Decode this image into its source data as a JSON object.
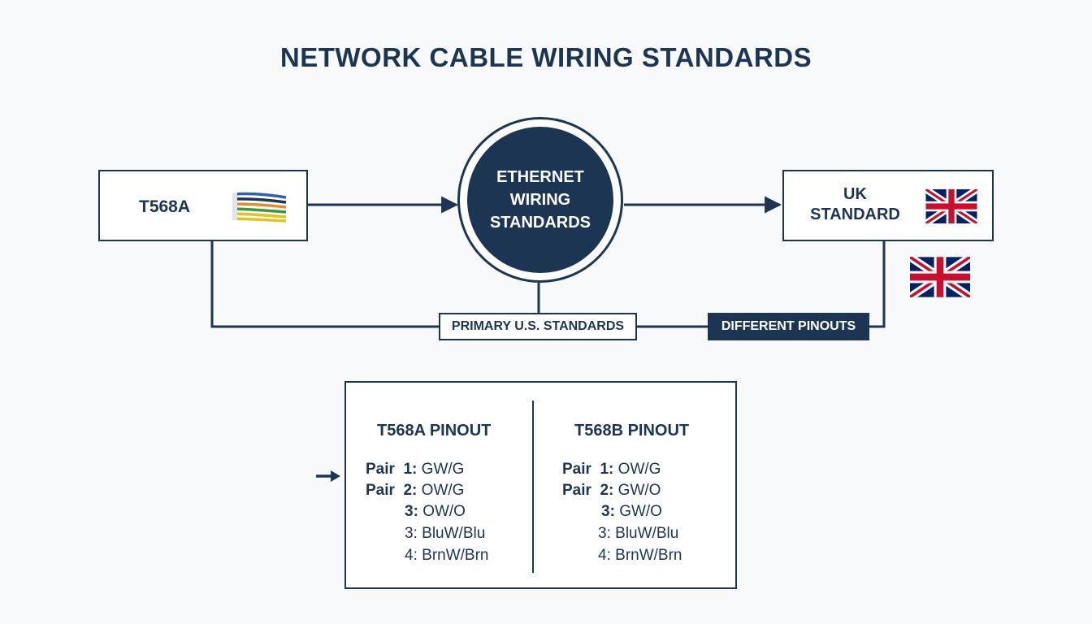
{
  "title": "NETWORK CABLE WIRING STANDARDS",
  "nodes": {
    "left": {
      "label": "T568A",
      "icon": "ethernet-wires-icon"
    },
    "center": {
      "label": "ETHERNET WIRING STANDARDS"
    },
    "right": {
      "label_line1": "UK",
      "label_line2": "STANDARD",
      "icon": "uk-flag-icon"
    }
  },
  "connector_labels": {
    "primary": "PRIMARY U.S. STANDARDS",
    "different": "DIFFERENT PINOUTS"
  },
  "pinout": {
    "a": {
      "title": "T568A PINOUT",
      "rows": [
        {
          "prefix": "Pair",
          "num": "1:",
          "value": "GW/G"
        },
        {
          "prefix": "Pair",
          "num": "2:",
          "value": "OW/G"
        },
        {
          "prefix": "",
          "num": "3:",
          "value": "OW/O"
        },
        {
          "prefix": "",
          "num": "3:",
          "value": "BluW/Blu"
        },
        {
          "prefix": "",
          "num": "4:",
          "value": "BrnW/Brn"
        }
      ]
    },
    "b": {
      "title": "T568B PINOUT",
      "rows": [
        {
          "prefix": "Pair",
          "num": "1:",
          "value": "OW/G"
        },
        {
          "prefix": "Pair",
          "num": "2:",
          "value": "GW/O"
        },
        {
          "prefix": "",
          "num": "3:",
          "value": "GW/O"
        },
        {
          "prefix": "",
          "num": "3:",
          "value": "BluW/Blu"
        },
        {
          "prefix": "",
          "num": "4:",
          "value": "BrnW/Brn"
        }
      ]
    }
  },
  "colors": {
    "navy": "#1c3553",
    "background": "#f8f9fb",
    "wire_blue": "#2f5fb0",
    "wire_orange": "#e8892a",
    "wire_green": "#3a9a3a",
    "wire_yellow": "#e3c21c",
    "wire_brown": "#8a5a2b",
    "flag_red": "#c8102e",
    "flag_blue": "#012169"
  }
}
